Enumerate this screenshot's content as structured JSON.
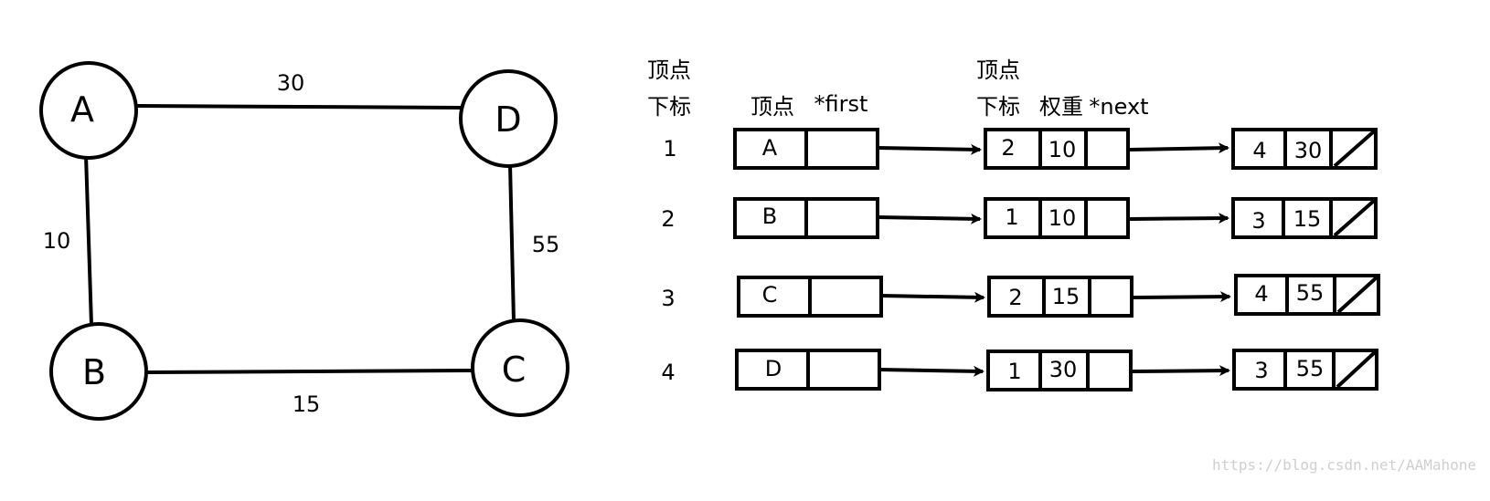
{
  "graph": {
    "nodes": [
      {
        "id": "A",
        "label": "A"
      },
      {
        "id": "D",
        "label": "D"
      },
      {
        "id": "B",
        "label": "B"
      },
      {
        "id": "C",
        "label": "C"
      }
    ],
    "edges": [
      {
        "from": "A",
        "to": "D",
        "weight": "30"
      },
      {
        "from": "A",
        "to": "B",
        "weight": "10"
      },
      {
        "from": "D",
        "to": "C",
        "weight": "55"
      },
      {
        "from": "B",
        "to": "C",
        "weight": "15"
      }
    ]
  },
  "headers": {
    "index_line1": "顶点",
    "index_line2": "下标",
    "vertex": "顶点",
    "first": "*first",
    "edge_index_line1": "顶点",
    "edge_index_line2": "下标",
    "weight": "权重",
    "next": "*next"
  },
  "rows": [
    {
      "index": "1",
      "vertex": "A",
      "edges": [
        {
          "to": "2",
          "weight": "10"
        },
        {
          "to": "4",
          "weight": "30"
        }
      ]
    },
    {
      "index": "2",
      "vertex": "B",
      "edges": [
        {
          "to": "1",
          "weight": "10"
        },
        {
          "to": "3",
          "weight": "15"
        }
      ]
    },
    {
      "index": "3",
      "vertex": "C",
      "edges": [
        {
          "to": "2",
          "weight": "15"
        },
        {
          "to": "4",
          "weight": "55"
        }
      ]
    },
    {
      "index": "4",
      "vertex": "D",
      "edges": [
        {
          "to": "1",
          "weight": "30"
        },
        {
          "to": "3",
          "weight": "55"
        }
      ]
    }
  ],
  "watermark": "https://blog.csdn.net/AAMahone"
}
